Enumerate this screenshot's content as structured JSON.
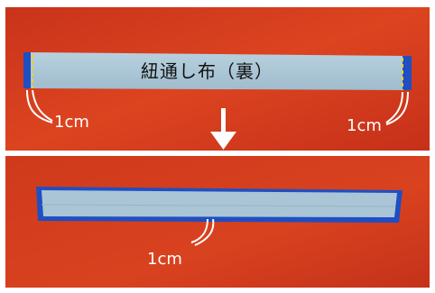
{
  "top_photo": {
    "cloth_label": "紐通し布（裏）",
    "left_measure": "1cm",
    "right_measure": "1cm"
  },
  "bottom_photo": {
    "center_measure": "1cm"
  },
  "colors": {
    "background_red": "#d23a1c",
    "cloth_light_blue": "#aac5d6",
    "binding_blue": "#1f4fc2",
    "fold_marker_yellow": "#f2d21a",
    "divider": "#ffffff",
    "arrow": "#ffffff"
  },
  "icons": [
    "down-arrow-icon",
    "callout-curve-icon",
    "fold-line-icon"
  ]
}
